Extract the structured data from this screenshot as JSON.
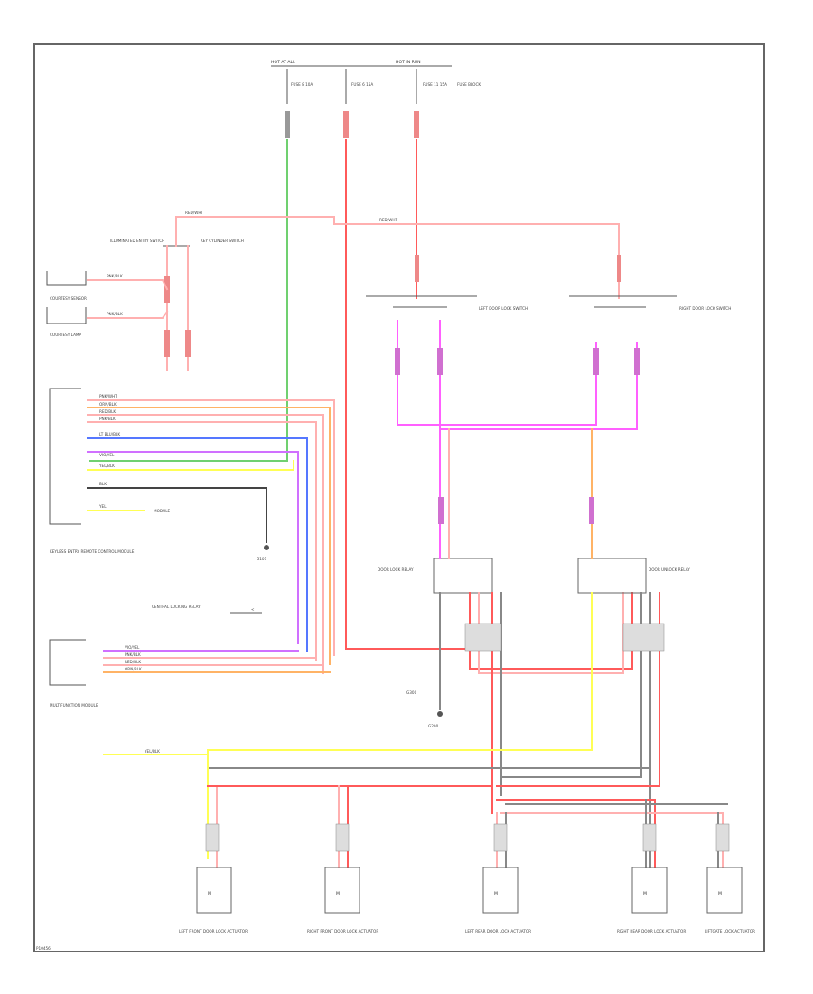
{
  "diagram": {
    "colors": {
      "red": "#ff5a5a",
      "pink": "#ffb0b0",
      "magenta": "#ff60ff",
      "green": "#70d070",
      "yellow": "#ffff55",
      "orange": "#ffb366",
      "lightblue": "#9fc6ff",
      "blue": "#5577ff",
      "gray": "#888888",
      "dark": "#444444",
      "violet": "#d070ff"
    },
    "nodes": [
      {
        "id": "top-hot-bus-left",
        "label": "HOT AT ALL"
      },
      {
        "id": "top-hot-bus-right",
        "label": "HOT IN RUN"
      },
      {
        "id": "fuse-a",
        "label": "FUSE 8 10A"
      },
      {
        "id": "fuse-b",
        "label": "FUSE 6 15A"
      },
      {
        "id": "fuse-c",
        "label": "FUSE 11 15A"
      },
      {
        "id": "fuse-panel",
        "label": "FUSE BLOCK"
      },
      {
        "id": "illum-switch-left",
        "label": "ILLUMINATED ENTRY SWITCH"
      },
      {
        "id": "illum-switch-right",
        "label": "KEY CYLINDER SWITCH"
      },
      {
        "id": "courtesy-sensor",
        "label": "COURTESY SENSOR"
      },
      {
        "id": "courtesy-lamp",
        "label": "COURTESY LAMP"
      },
      {
        "id": "left-lock-switch",
        "label": "LEFT DOOR LOCK SWITCH"
      },
      {
        "id": "right-lock-switch",
        "label": "RIGHT DOOR LOCK SWITCH"
      },
      {
        "id": "keyless-module",
        "label": "KEYLESS ENTRY REMOTE CONTROL MODULE"
      },
      {
        "id": "ground-g1",
        "label": "G101"
      },
      {
        "id": "relay-left",
        "label": "DOOR LOCK RELAY"
      },
      {
        "id": "relay-right",
        "label": "DOOR UNLOCK RELAY"
      },
      {
        "id": "lock-relay-ctrl",
        "label": "CENTRAL LOCKING RELAY"
      },
      {
        "id": "smart-module",
        "label": "MULTIFUNCTION MODULE"
      },
      {
        "id": "ground-g2",
        "label": "G200"
      },
      {
        "id": "ground-g3",
        "label": "G300"
      },
      {
        "id": "door-lock-motor-lf",
        "label": "LEFT FRONT DOOR LOCK ACTUATOR"
      },
      {
        "id": "door-lock-motor-rf",
        "label": "RIGHT FRONT DOOR LOCK ACTUATOR"
      },
      {
        "id": "door-lock-motor-lr",
        "label": "LEFT REAR DOOR LOCK ACTUATOR"
      },
      {
        "id": "door-lock-motor-rr",
        "label": "RIGHT REAR DOOR LOCK ACTUATOR"
      },
      {
        "id": "door-lock-motor-tg",
        "label": "LIFTGATE LOCK ACTUATOR"
      },
      {
        "id": "lamp-module",
        "label": "MODULE"
      }
    ],
    "wire_labels": [
      {
        "id": "w-top-red",
        "label": "RED/WHT"
      },
      {
        "id": "w-top-red2",
        "label": "RED/WHT"
      },
      {
        "id": "w-courtesy-1",
        "label": "PNK/BLK"
      },
      {
        "id": "w-courtesy-2",
        "label": "PNK/BLK"
      },
      {
        "id": "w-mod-1",
        "label": "PNK/WHT"
      },
      {
        "id": "w-mod-2",
        "label": "ORN/BLK"
      },
      {
        "id": "w-mod-3",
        "label": "RED/BLK"
      },
      {
        "id": "w-mod-4",
        "label": "PNK/BLK"
      },
      {
        "id": "w-mod-5",
        "label": "LT BLU/BLK"
      },
      {
        "id": "w-mod-6",
        "label": "VIO/YEL"
      },
      {
        "id": "w-mod-7",
        "label": "YEL/BLK"
      },
      {
        "id": "w-mod-8",
        "label": "BLK"
      },
      {
        "id": "w-mod-9",
        "label": "YEL"
      },
      {
        "id": "w-smart-1",
        "label": "VIO/YEL"
      },
      {
        "id": "w-smart-2",
        "label": "PNK/BLK"
      },
      {
        "id": "w-smart-3",
        "label": "RED/BLK"
      },
      {
        "id": "w-smart-4",
        "label": "ORN/BLK"
      },
      {
        "id": "w-bottom",
        "label": "YEL/BLK"
      }
    ],
    "footer_code": "P10456"
  }
}
